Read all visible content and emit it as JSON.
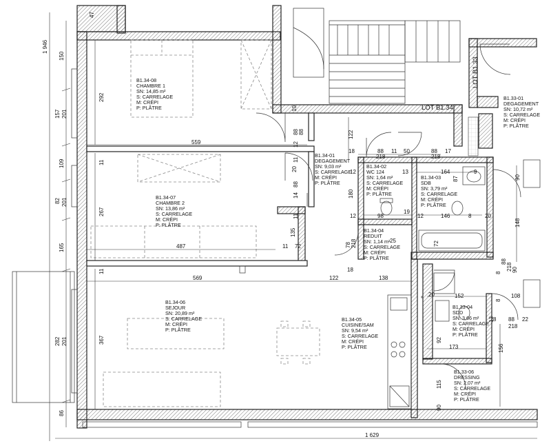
{
  "rooms": [
    {
      "id": "B1.34-08",
      "name": "CHAMBRE 1",
      "area": "SN: 14,85 m²",
      "floor": "S: CARRELAGE",
      "wall": "M: CRÉPI",
      "ceiling": "P: PLÂTRE"
    },
    {
      "id": "B1.34-07",
      "name": "CHAMBRE 2",
      "area": "SN: 13,86 m²",
      "floor": "S: CARRELAGE",
      "wall": "M: CRÉPI",
      "ceiling": "P: PLÂTRE"
    },
    {
      "id": "B1.34-06",
      "name": "SEJOUR",
      "area": "SN: 20,89 m²",
      "floor": "S: CARRELAGE",
      "wall": "M: CRÉPI",
      "ceiling": "P: PLÂTRE"
    },
    {
      "id": "B1.34-05",
      "name": "CUISINE/SAM",
      "area": "SN: 9,54 m²",
      "floor": "S: CARRELAGE",
      "wall": "M: CRÉPI",
      "ceiling": "P: PLÂTRE"
    },
    {
      "id": "B1.34-01",
      "name": "DEGAGEMENT",
      "area": "SN: 9,03 m²",
      "floor": "S: CARRELAGE",
      "wall": "M: CRÉPI",
      "ceiling": "P: PLÂTRE"
    },
    {
      "id": "B1.34-02",
      "name": "WC   124",
      "area": "SN: 1,64 m²",
      "floor": "S: CARRELAGE",
      "wall": "M: CRÉPI",
      "ceiling": "P: PLÂTRE"
    },
    {
      "id": "B1.34-03",
      "name": "SDB",
      "area": "SN: 3,79 m²",
      "floor": "S: CARRELAGE",
      "wall": "M: CRÉPI",
      "ceiling": "P: PLÂTRE"
    },
    {
      "id": "B1.34-04",
      "name": "REDUIT",
      "area": "SN: 1,14 m²",
      "floor": "S: CARRELAGE",
      "wall": "M: CRÉPI",
      "ceiling": "P: PLÂTRE"
    },
    {
      "id": "B1.33-01",
      "name": "DEGAGEMENT",
      "area": "SN: 10,72 m²",
      "floor": "S: CARRELAGE",
      "wall": "M: CRÉPI",
      "ceiling": "P: PLÂTRE"
    },
    {
      "id": "B1.33-04",
      "name": "SDD",
      "area": "SN: 3,66 m²",
      "floor": "S: CARRELAGE",
      "wall": "M: CRÉPI",
      "ceiling": "P: PLÂTRE"
    },
    {
      "id": "B1.33-06",
      "name": "DRESSING",
      "area": "SN: 2,07 m²",
      "floor": "S: CARRELAGE",
      "wall": "M: CRÉPI",
      "ceiling": "P: PLÂTRE"
    }
  ],
  "lots": {
    "lot_b134": "LOT B1.34",
    "lot_b133": "LOT B1.33"
  },
  "dimensions": {
    "total_height": "1 946",
    "total_width": "1 629",
    "d150": "150",
    "d157": "157",
    "d201a": "201",
    "d109": "109",
    "d82": "82",
    "d201b": "201",
    "d165": "165",
    "d282": "282",
    "d201c": "201",
    "d86": "86",
    "d47": "47",
    "d292": "292",
    "d267": "267",
    "d367": "367",
    "d559": "559",
    "d487": "487",
    "d569": "569",
    "d122a": "122",
    "d138": "138",
    "d11a": "11",
    "d11b": "11",
    "d72a": "72",
    "d10": "10",
    "d88a": "88",
    "d12a": "12",
    "d88b": "88",
    "d20a": "20",
    "d88c": "88",
    "d11c": "11",
    "d14": "14",
    "d11d": "11",
    "d135": "135",
    "d122b": "122",
    "d18a": "18",
    "d88d": "88",
    "d218a": "218",
    "d11e": "11",
    "d50": "50",
    "d88e": "88",
    "d17": "17",
    "d218b": "218",
    "d12b": "12",
    "d13a": "13",
    "d164": "164",
    "d9": "9",
    "d180": "180",
    "d87": "87",
    "d12c": "12",
    "d98": "98",
    "d19": "19",
    "d12d": "12",
    "d146": "146",
    "d8a": "8",
    "d20b": "20",
    "d148": "148",
    "d90a": "90",
    "d78": "78",
    "d218c": "218",
    "d18b": "18",
    "d72b": "72",
    "d90b": "90",
    "d8b": "8",
    "d218d": "218",
    "d152": "152",
    "d20c": "20",
    "d108": "108",
    "d88f": "88",
    "d22": "22",
    "d218e": "218",
    "d92": "92",
    "d173": "173",
    "d156": "156",
    "d115": "115",
    "d90c": "90",
    "d8c": "8",
    "d13b": "13",
    "d11f": "11",
    "d25": "25",
    "d8d": "8"
  }
}
